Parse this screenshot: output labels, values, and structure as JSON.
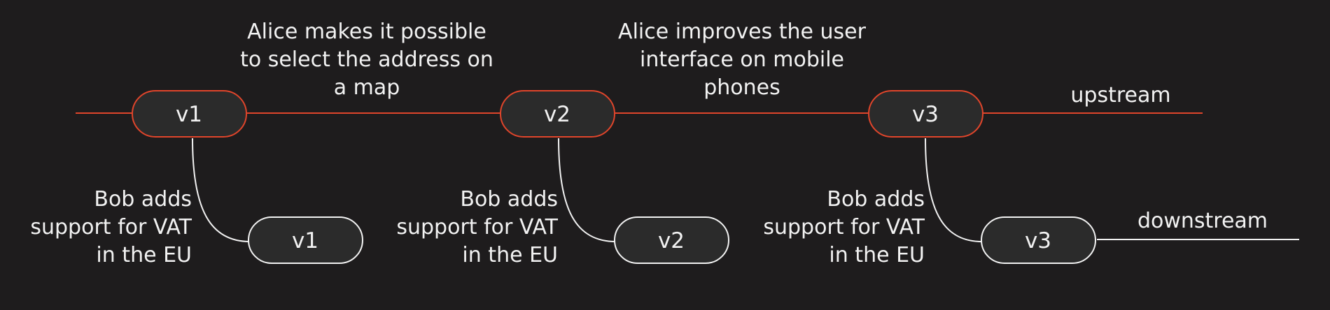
{
  "colors": {
    "background": "#1e1c1d",
    "upstream": "#e0452b",
    "downstream": "#f2f2f2",
    "text": "#f2f2f2"
  },
  "branches": {
    "upstream_label": "upstream",
    "downstream_label": "downstream"
  },
  "upstream_versions": [
    "v1",
    "v2",
    "v3"
  ],
  "downstream_versions": [
    "v1",
    "v2",
    "v3"
  ],
  "upstream_changes": [
    [
      "Alice makes it possible",
      "to select the address on",
      "a map"
    ],
    [
      "Alice improves the user",
      "interface on mobile",
      "phones"
    ]
  ],
  "downstream_changes": [
    [
      "Bob adds",
      "support for VAT",
      "in the EU"
    ],
    [
      "Bob adds",
      "support for VAT",
      "in the EU"
    ],
    [
      "Bob adds",
      "support for VAT",
      "in the EU"
    ]
  ]
}
